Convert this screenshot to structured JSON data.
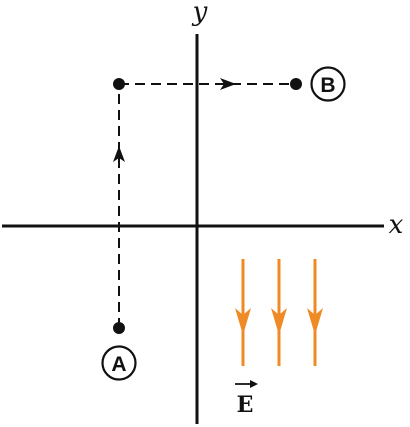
{
  "axes": {
    "x_label": "x",
    "y_label": "y"
  },
  "points": {
    "A": "A",
    "B": "B"
  },
  "field": {
    "label": "E",
    "color": "#f08a24",
    "direction": "down",
    "arrow_count": 3
  },
  "icons": {
    "field_vector": "vector-arrow-icon",
    "path_direction": "arrowhead-icon"
  },
  "colors": {
    "ink": "#111111",
    "field": "#f08a24"
  }
}
